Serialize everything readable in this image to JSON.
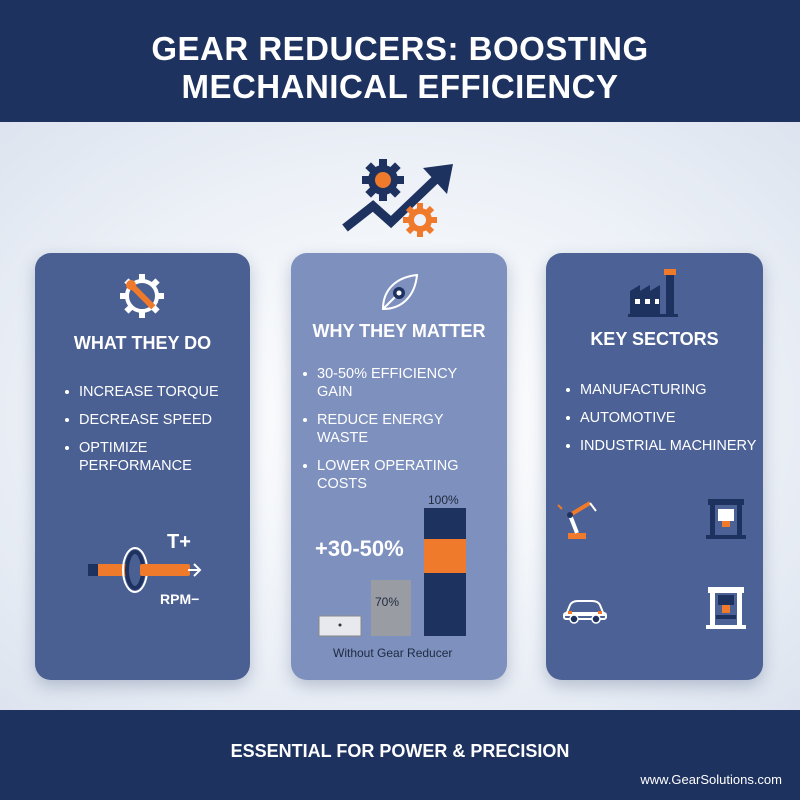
{
  "header": {
    "title_line1": "GEAR REDUCERS: BOOSTING",
    "title_line2": "MECHANICAL EFFICIENCY"
  },
  "hero": {
    "icon": "gear-growth-arrow-icon"
  },
  "cards": [
    {
      "title": "WHAT THEY DO",
      "icon": "gear-wrench-icon",
      "bullets": [
        "INCREASE TORQUE",
        "DECREASE SPEED",
        "OPTIMIZE PERFORMANCE"
      ],
      "diagram": {
        "torque_label": "T+",
        "rpm_label": "RPM−"
      }
    },
    {
      "title": "WHY THEY MATTER",
      "icon": "leaf-gear-icon",
      "bullets": [
        "30-50% EFFICIENCY GAIN",
        "REDUCE ENERGY WASTE",
        "LOWER OPERATING COSTS"
      ],
      "chart": {
        "gain_label": "+30-50%",
        "bar_mid_label": "70%",
        "bar_full_label": "100%",
        "caption": "Without Gear Reducer"
      }
    },
    {
      "title": "KEY SECTORS",
      "icon": "factory-icon",
      "bullets": [
        "MANUFACTURING",
        "AUTOMOTIVE",
        "INDUSTRIAL MACHINERY"
      ],
      "sector_icons": [
        "robot-arm-icon",
        "press-machine-icon",
        "car-icon",
        "hydraulic-press-icon"
      ]
    }
  ],
  "footer": {
    "tagline": "ESSENTIAL FOR POWER & PRECISION",
    "url": "www.GearSolutions.com"
  },
  "colors": {
    "navy": "#1e3260",
    "orange": "#f07a2b",
    "card_dark": "#4a5f92",
    "card_light": "#7d90be"
  }
}
